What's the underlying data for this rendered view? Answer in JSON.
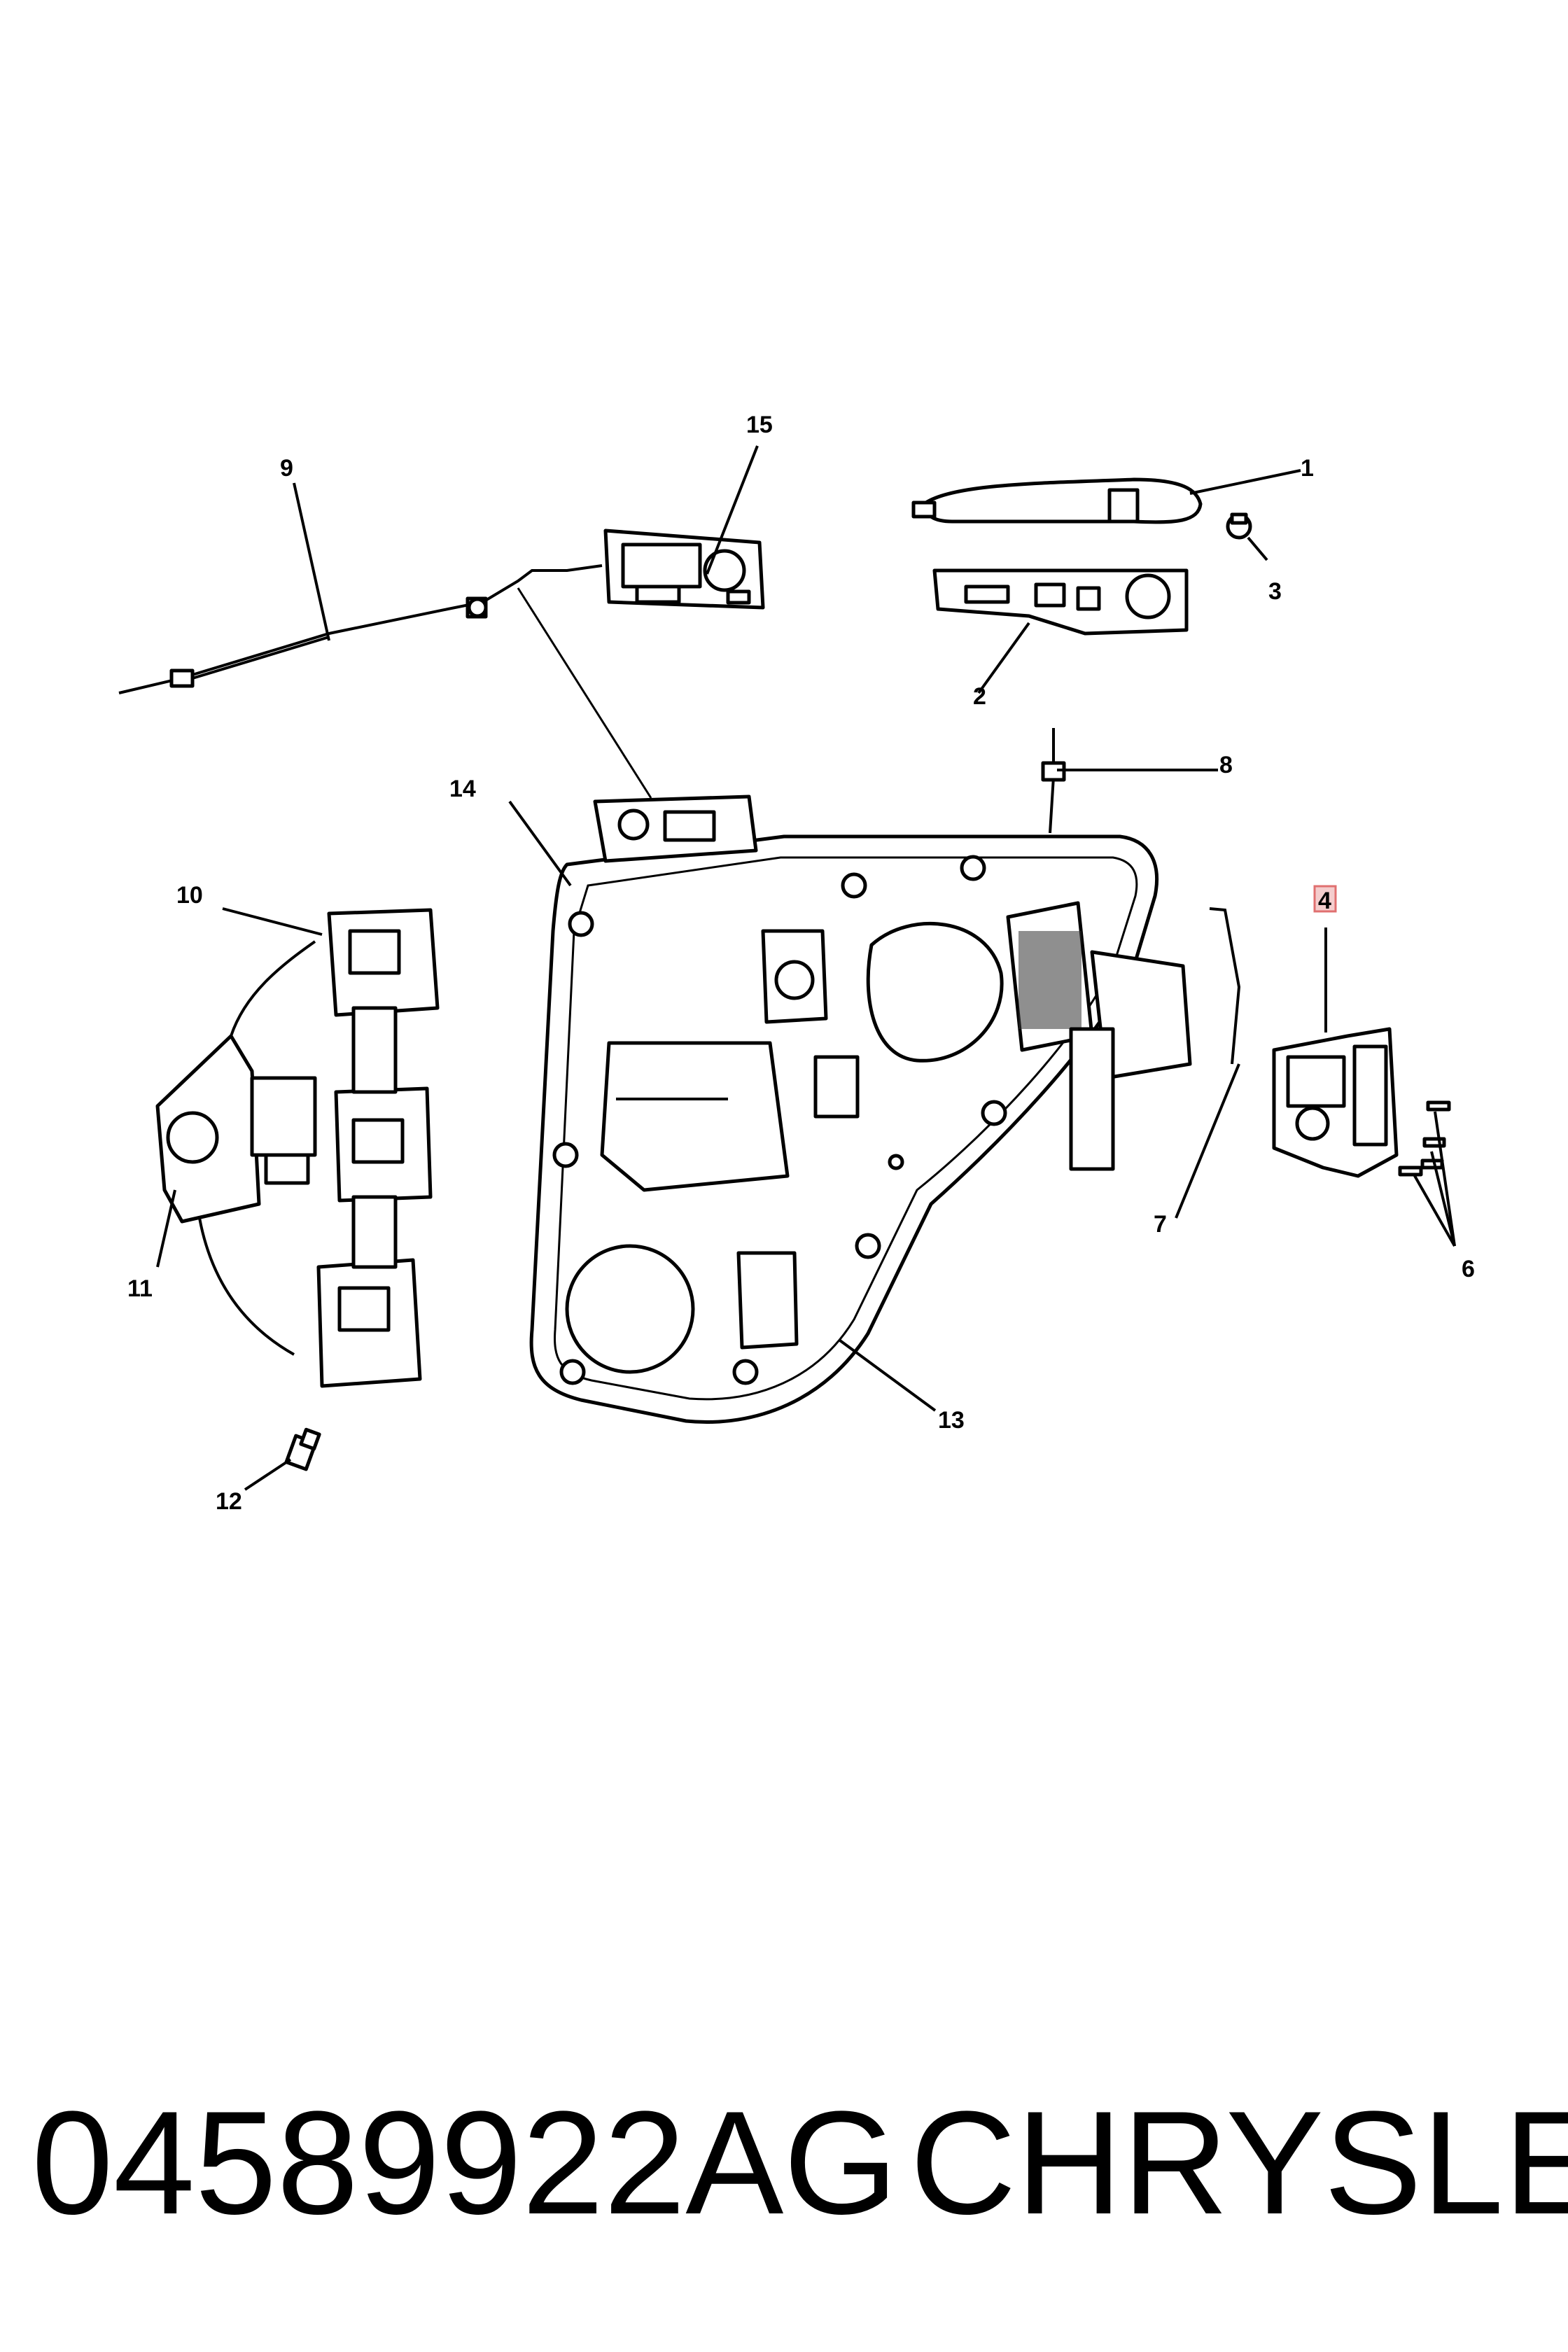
{
  "diagram": {
    "callouts": {
      "c1": "1",
      "c2": "2",
      "c3": "3",
      "c4": "4",
      "c5": "6",
      "c6": "7",
      "c7": "8",
      "c8": "9",
      "c9": "10",
      "c10": "11",
      "c11": "12",
      "c12": "13",
      "c13": "14",
      "c14": "15"
    },
    "highlight_color": "#e07070"
  },
  "footer": {
    "part_number": "04589922AG",
    "brand": "CHRYSLER"
  }
}
